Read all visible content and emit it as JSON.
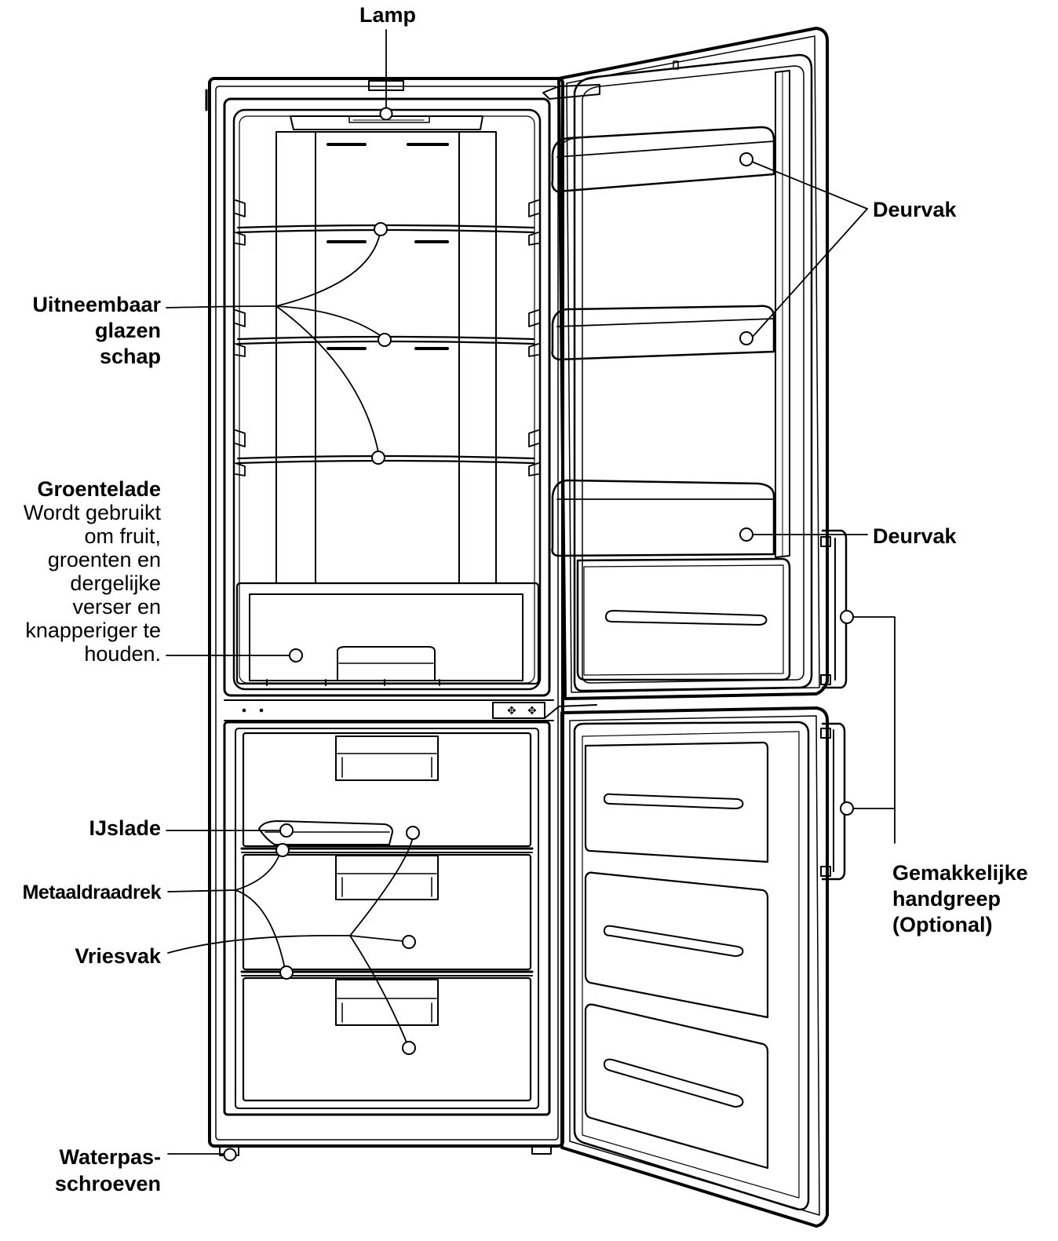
{
  "labels": {
    "lamp": "Lamp",
    "door_bin_top": "Deurvak",
    "door_bin_bottom": "Deurvak",
    "glass_shelf": [
      "Uitneembaar",
      "glazen",
      "schap"
    ],
    "crisper_title": "Groentelade",
    "crisper_desc": [
      "Wordt gebruikt",
      "om fruit,",
      "groenten en",
      "dergelijke",
      "verser en",
      "knapperiger te",
      "houden."
    ],
    "ice_tray": "IJslade",
    "wire_rack": "Metaaldraadrek",
    "freezer": "Vriesvak",
    "handle": [
      "Gemakkelijke",
      "handgreep",
      "(Optional)"
    ],
    "leveling": [
      "Waterpas-",
      "schroeven"
    ]
  },
  "colors": {
    "line": "#000000",
    "fill": "#ffffff"
  }
}
